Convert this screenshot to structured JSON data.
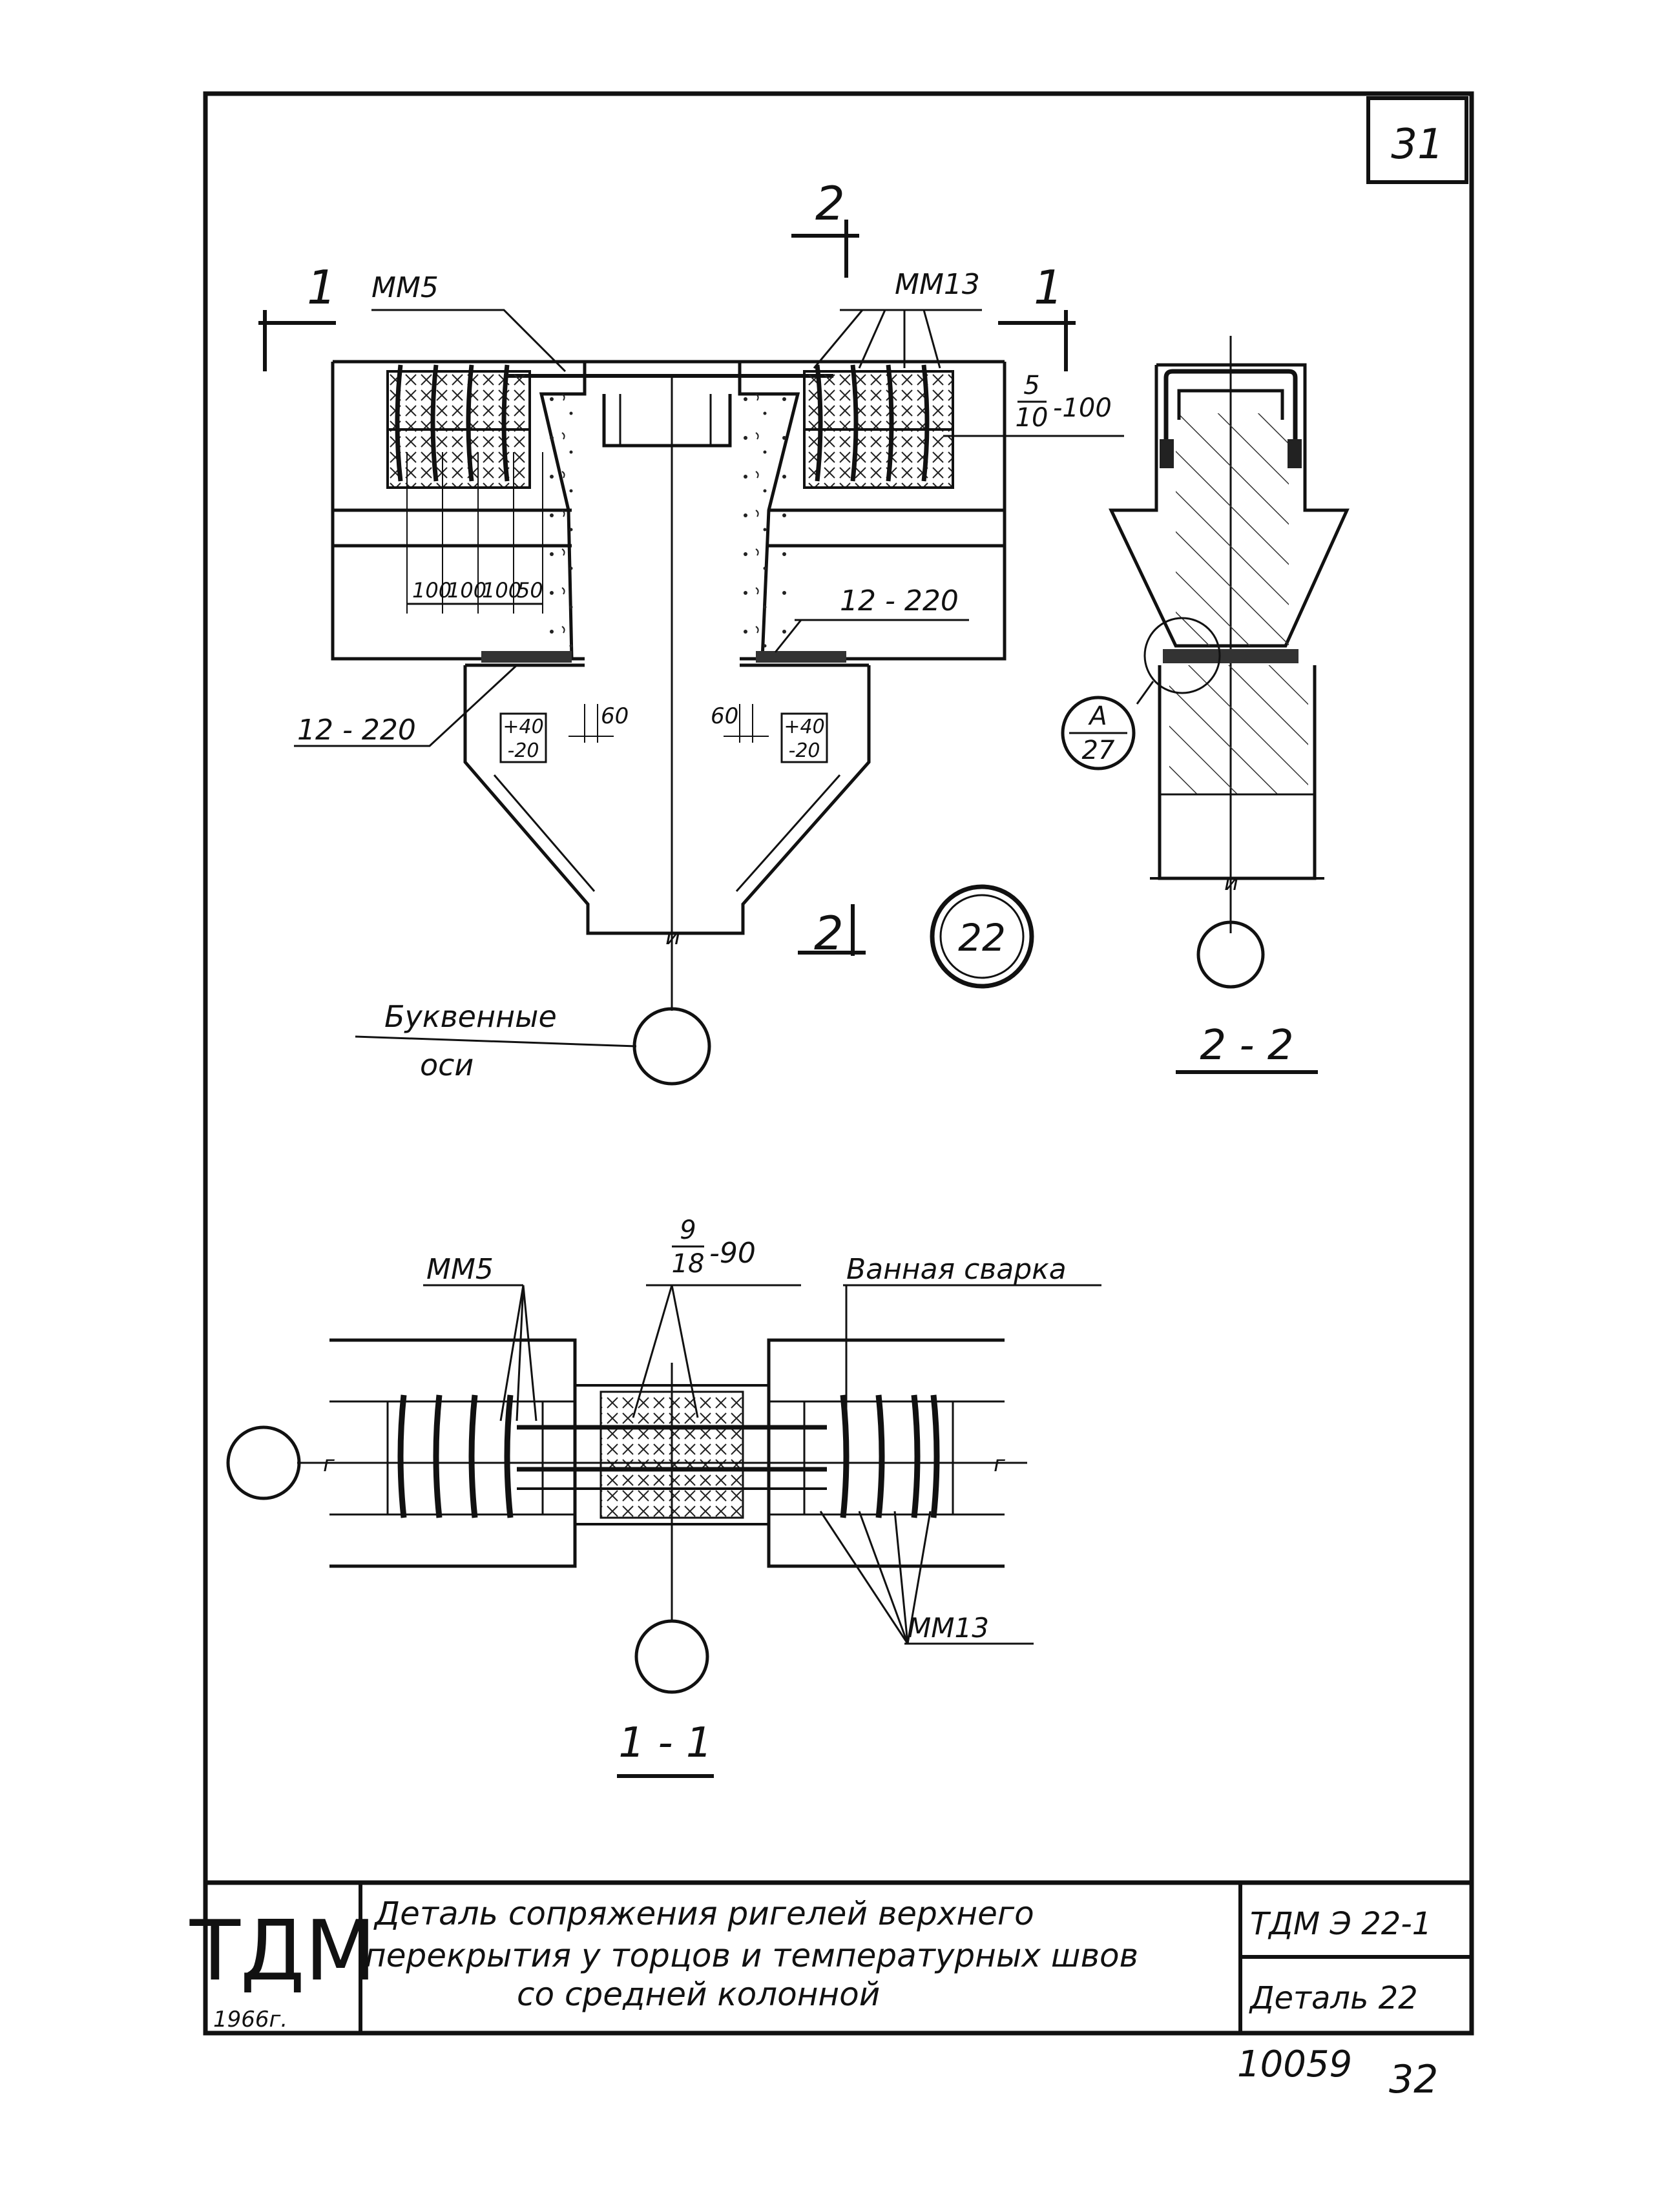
{
  "sheet": {
    "page_number": "31",
    "detail_number": "22",
    "sheet_code": "10059",
    "sheet_page": "32"
  },
  "elevation": {
    "section_mark_1": "1",
    "section_mark_2": "2",
    "mesh_left": "ММ5",
    "mesh_right": "ММ13",
    "stirrup_label_top": "5",
    "stirrup_label_bottom": "10",
    "stirrup_label_spacing": "-100",
    "dim_100_a": "100",
    "dim_100_b": "100",
    "dim_100_c": "100",
    "dim_50": "50",
    "rebar_left": "12 - 220",
    "rebar_right": "12 - 220",
    "tol_left_plus": "+40",
    "tol_left_minus": "-20",
    "tol_right_plus": "+40",
    "tol_right_minus": "-20",
    "gap_left": "60",
    "gap_right": "60",
    "axis_caption_1": "Буквенные",
    "axis_caption_2": "оси",
    "axis_mark_u": "и"
  },
  "section_2_2": {
    "title": "2 - 2",
    "callout_top": "А",
    "callout_bottom": "27",
    "axis_mark_u": "и"
  },
  "section_1_1": {
    "title": "1 - 1",
    "mesh_left": "ММ5",
    "rebar_top": "9",
    "rebar_bottom": "18",
    "rebar_spacing": "-90",
    "weld_label": "Ванная сварка",
    "mesh_right": "ММ13",
    "axis_mark_left": "г",
    "axis_mark_right": "г"
  },
  "title_block": {
    "logo": "ТДМ",
    "year": "1966г.",
    "title_line_1": "Деталь сопряжения ригелей верхнего",
    "title_line_2": "перекрытия у торцов и температурных швов",
    "title_line_3": "со средней колонной",
    "series": "ТДМ Э 22-1",
    "detail": "Деталь 22"
  }
}
